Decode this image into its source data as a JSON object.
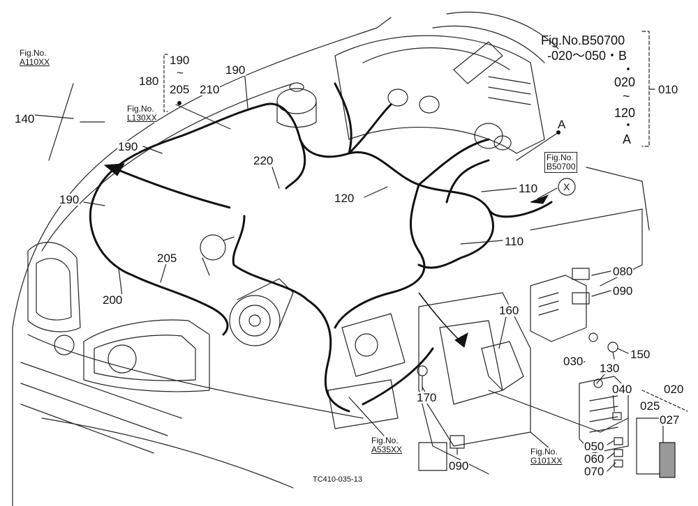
{
  "diagram": {
    "drawing_code": "TC410-035-13",
    "header": {
      "fig_line1": "Fig.No.B50700",
      "fig_line2": "-020～050・B",
      "dot1": "・",
      "num_020": "020",
      "tilde": "~",
      "num_120": "120",
      "dot2": "・",
      "letter_a": "A",
      "bracket_label": "010"
    },
    "range_190_205": {
      "top": "190",
      "tilde": "~",
      "bottom": "205",
      "side": "180"
    },
    "refs": {
      "a110": {
        "line1": "Fig.No.",
        "line2": "A110XX"
      },
      "l130": {
        "line1": "Fig.No.",
        "line2": "L130XX"
      },
      "b50700": {
        "line1": "Fig.No.",
        "line2": "B50700"
      },
      "a535": {
        "line1": "Fig.No.",
        "line2": "A535XX"
      },
      "g101": {
        "line1": "Fig.No.",
        "line2": "G101XX"
      }
    },
    "callouts": {
      "c140": "140",
      "c210": "210",
      "c190_top": "190",
      "c190_left": "190",
      "c190_side": "190",
      "c220": "220",
      "c120": "120",
      "c110_a": "110",
      "c110_b": "110",
      "c205": "205",
      "c200": "200",
      "c080": "080",
      "c090_a": "090",
      "c160": "160",
      "c150": "150",
      "c130": "130",
      "c030": "030",
      "c040": "040",
      "c020": "020",
      "c025": "025",
      "c027": "027",
      "c050": "050",
      "c060": "060",
      "c070": "070",
      "c170": "170",
      "c090_b": "090",
      "letter_a": "A",
      "letter_x": "X"
    }
  }
}
